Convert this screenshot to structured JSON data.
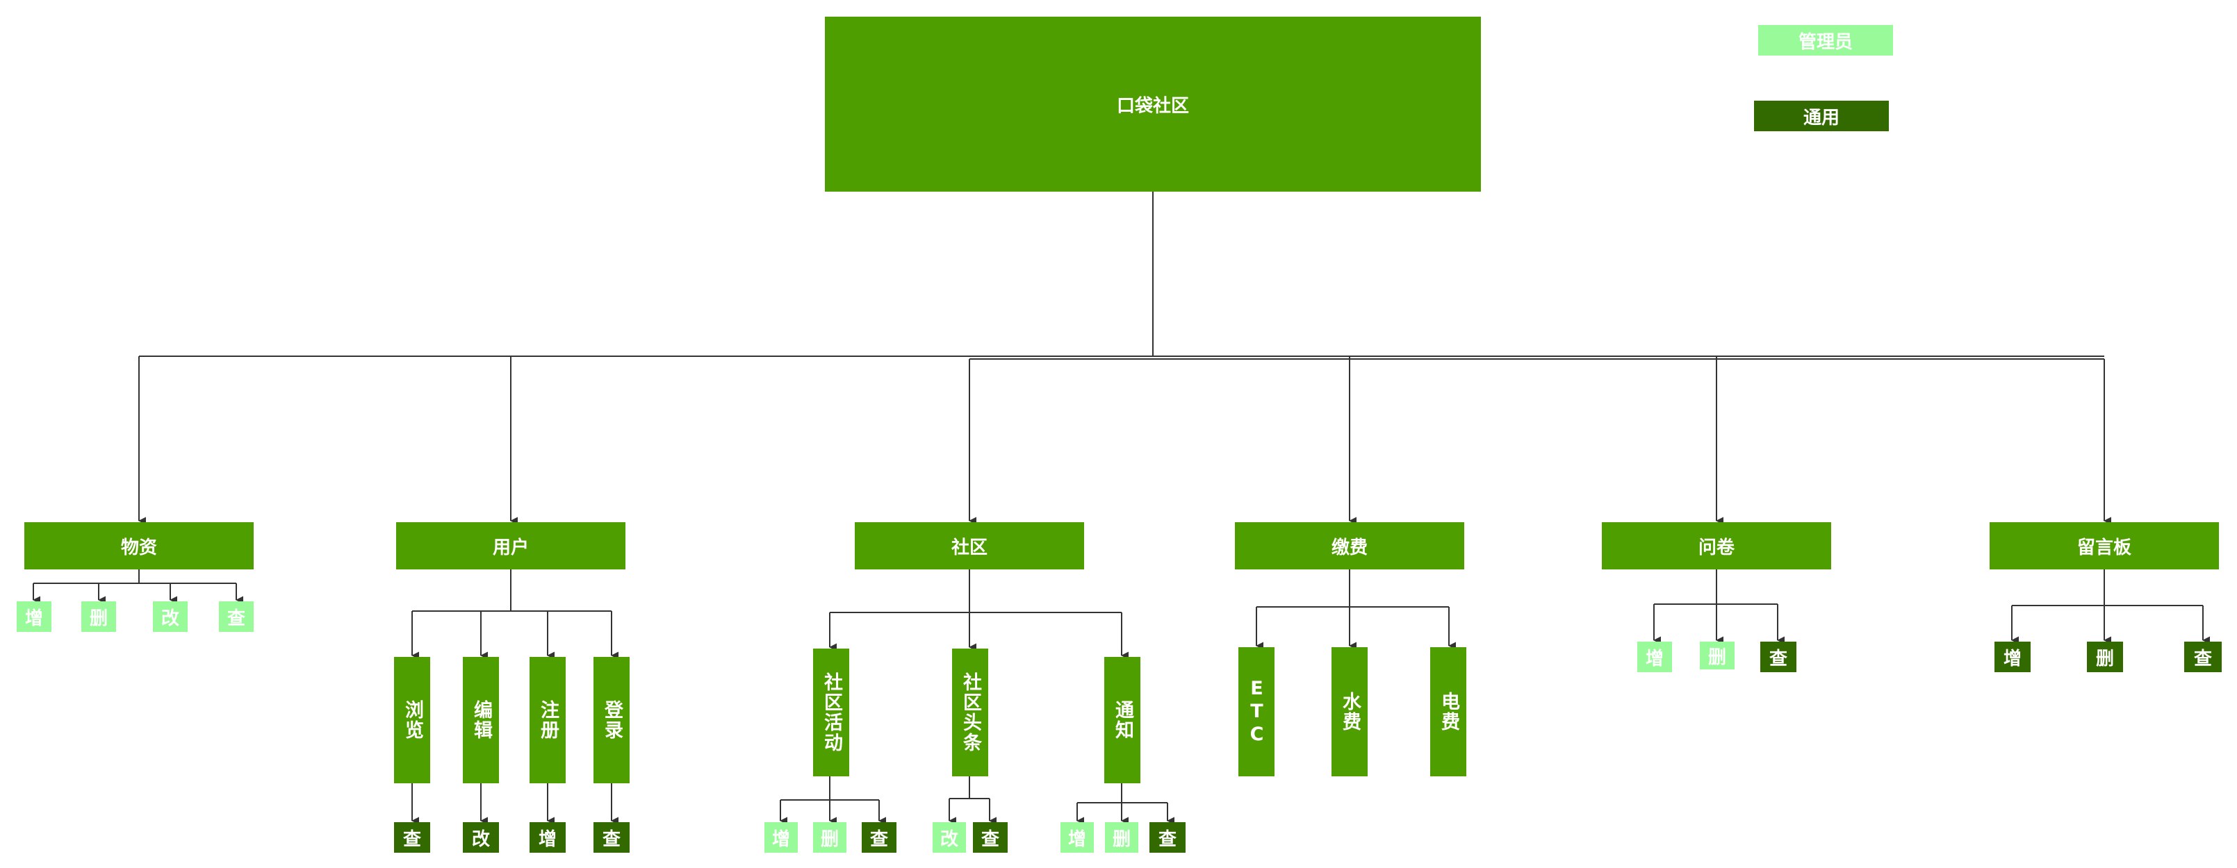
{
  "colors": {
    "main": "#4f9e00",
    "general": "#336a00",
    "admin": "#99fa99",
    "line": "#333333"
  },
  "legend": {
    "admin": "管理员",
    "general": "通用"
  },
  "root": "口袋社区",
  "modules": {
    "wuzi": {
      "label": "物资",
      "children": [
        "增",
        "删",
        "改",
        "查"
      ]
    },
    "yonghu": {
      "label": "用户",
      "children": [
        {
          "label": "浏览",
          "leaf": "查"
        },
        {
          "label": "编辑",
          "leaf": "改"
        },
        {
          "label": "注册",
          "leaf": "增"
        },
        {
          "label": "登录",
          "leaf": "查"
        }
      ]
    },
    "shequ": {
      "label": "社区",
      "children": [
        {
          "label": "社区活动",
          "leaves": [
            "增",
            "删",
            "查"
          ]
        },
        {
          "label": "社区头条",
          "leaves": [
            "改",
            "查"
          ]
        },
        {
          "label": "通知",
          "leaves": [
            "增",
            "删",
            "查"
          ]
        }
      ]
    },
    "jiaofei": {
      "label": "缴费",
      "children": [
        "ETC",
        "水费",
        "电费"
      ]
    },
    "wenjuan": {
      "label": "问卷",
      "children": [
        "增",
        "删",
        "查"
      ]
    },
    "liuyan": {
      "label": "留言板",
      "children": [
        "增",
        "删",
        "查"
      ]
    }
  }
}
